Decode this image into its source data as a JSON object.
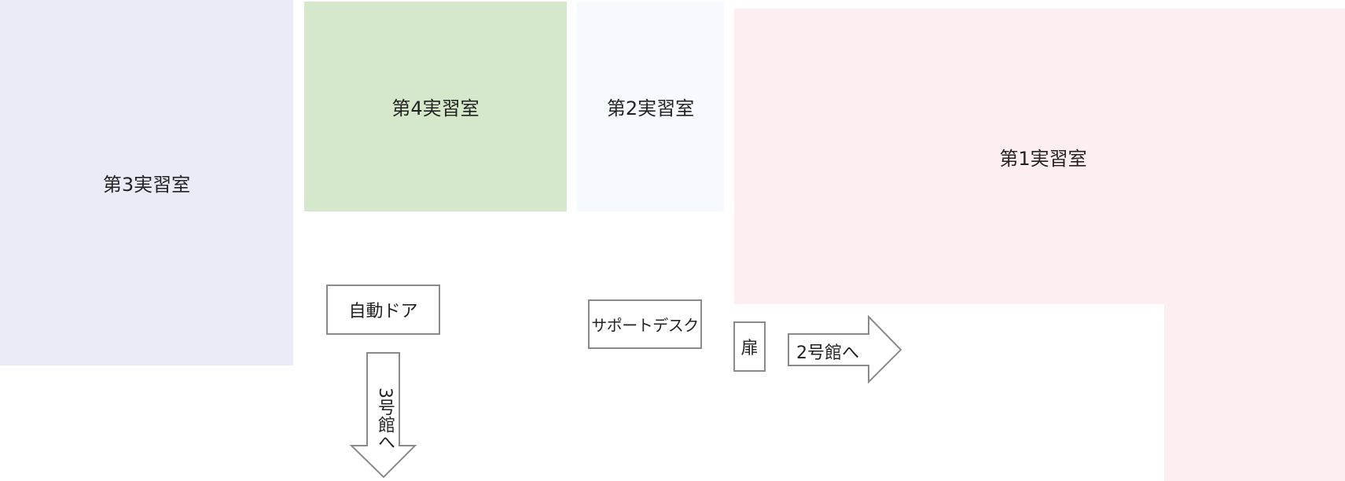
{
  "rooms": {
    "room1": {
      "label": "第1実習室",
      "color": "#fdeef1"
    },
    "room2": {
      "label": "第2実習室",
      "color": "#f6faff"
    },
    "room3": {
      "label": "第3実習室",
      "color": "#e9ebf6"
    },
    "room4": {
      "label": "第4実習室",
      "color": "#d6e8cc"
    }
  },
  "fixtures": {
    "auto_door": "自動ドア",
    "support_desk": "サポートデスク",
    "door": "扉"
  },
  "arrows": {
    "to_building_2": "2号館へ",
    "to_building_3": "3号館へ"
  },
  "colors": {
    "outline": "#8a8a8a"
  }
}
